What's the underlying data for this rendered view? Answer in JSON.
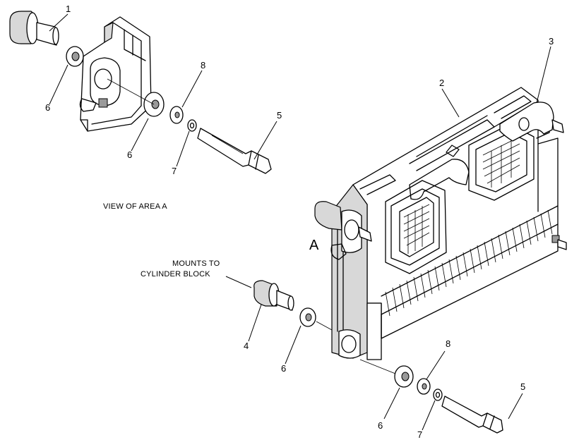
{
  "callouts": {
    "c1": "1",
    "c2": "2",
    "c3": "3",
    "c4": "4",
    "c5_top": "5",
    "c5_bottom": "5",
    "c6_a": "6",
    "c6_b": "6",
    "c6_c": "6",
    "c6_d": "6",
    "c7_top": "7",
    "c7_bottom": "7",
    "c8_top": "8",
    "c8_bottom": "8"
  },
  "captions": {
    "view_of_area": "VIEW OF AREA  A",
    "mounts_line1": "MOUNTS TO",
    "mounts_line2": "CYLINDER BLOCK",
    "area_letter": "A"
  }
}
